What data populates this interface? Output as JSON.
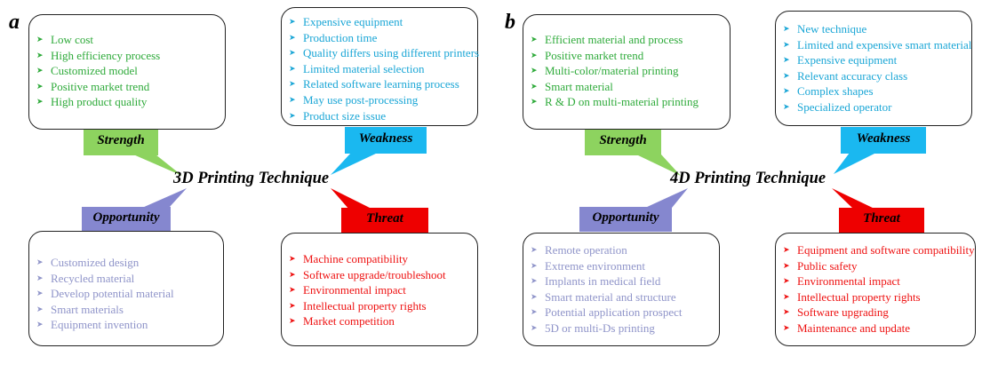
{
  "colors": {
    "strength": "#2eaa3a",
    "strength_tag": "#8dd35f",
    "weakness": "#1aa6d6",
    "weakness_tag": "#1ab8f0",
    "opportunity": "#8f94c9",
    "opportunity_tag": "#8587cf",
    "threat": "#ee1111",
    "threat_tag": "#ee0000"
  },
  "panels": [
    {
      "letter": "a",
      "title": "3D Printing Technique",
      "strength": {
        "label": "Strength",
        "items": [
          "Low cost",
          "High efficiency process",
          "Customized model",
          "Positive market trend",
          "High product quality"
        ]
      },
      "weakness": {
        "label": "Weakness",
        "items": [
          "Expensive equipment",
          "Production time",
          "Quality differs using different printers",
          "Limited material selection",
          "Related software learning process",
          "May use post-processing",
          "Product size issue"
        ]
      },
      "opportunity": {
        "label": "Opportunity",
        "items": [
          "Customized design",
          "Recycled material",
          "Develop potential material",
          "Smart materials",
          "Equipment invention"
        ]
      },
      "threat": {
        "label": "Threat",
        "items": [
          "Machine compatibility",
          "Software upgrade/troubleshoot",
          "Environmental impact",
          "Intellectual property rights",
          "Market competition"
        ]
      }
    },
    {
      "letter": "b",
      "title": "4D Printing Technique",
      "strength": {
        "label": "Strength",
        "items": [
          "Efficient material and process",
          "Positive market trend",
          "Multi-color/material printing",
          "Smart material",
          "R & D on multi-material printing"
        ]
      },
      "weakness": {
        "label": "Weakness",
        "items": [
          "New technique",
          "Limited and expensive smart material",
          "Expensive equipment",
          "Relevant accuracy class",
          "Complex shapes",
          "Specialized operator"
        ]
      },
      "opportunity": {
        "label": "Opportunity",
        "items": [
          "Remote operation",
          "Extreme environment",
          "Implants in medical field",
          "Smart material and structure",
          "Potential application prospect",
          "5D or multi-Ds printing"
        ]
      },
      "threat": {
        "label": "Threat",
        "items": [
          "Equipment and software compatibility",
          "Public safety",
          "Environmental impact",
          "Intellectual property rights",
          "Software upgrading",
          "Maintenance and update"
        ]
      }
    }
  ]
}
